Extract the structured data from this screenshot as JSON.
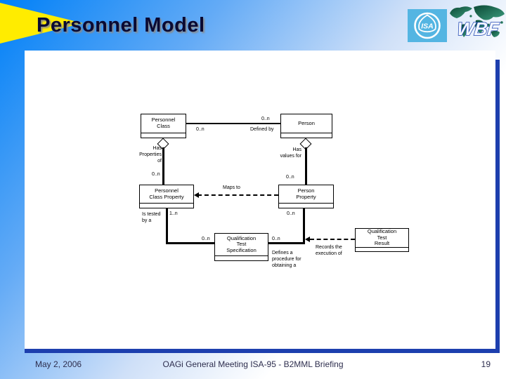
{
  "title": "Personnel Model",
  "logos": {
    "isa_text": "ISA",
    "wbf_text": "WBF"
  },
  "footer": {
    "date": "May 2, 2006",
    "center": "OAGi General Meeting ISA-95 - B2MML Briefing",
    "page": "19"
  },
  "colors": {
    "accent_bar": "#1d3fae",
    "header_blue": "#0080f7",
    "arrow_yellow": "#ffec00",
    "isa_logo_blue": "#54b5e2",
    "wbf_logo_green": "#0c4a36"
  },
  "diagram": {
    "boxes": [
      "Personnel\nClass",
      "Person",
      "Personnel\nClass Property",
      "Person\nProperty",
      "Qualification\nTest\nSpecification",
      "Qualification\nTest\nResult"
    ],
    "relations": {
      "defined_by": "Defined by",
      "has_properties_of": "Has\nProperties\nof",
      "has_values_for": "Has\nvalues for",
      "maps_to": "Maps to",
      "is_tested_by": "Is tested\nby a",
      "defines_procedure": "Defines a\nprocedure for\nobtaining a",
      "records_execution": "Records the\nexecution of"
    },
    "multiplicities": [
      "0..n",
      "0..n",
      "0..n",
      "0..n",
      "1..n",
      "0..n",
      "0..n",
      "0..n"
    ]
  }
}
